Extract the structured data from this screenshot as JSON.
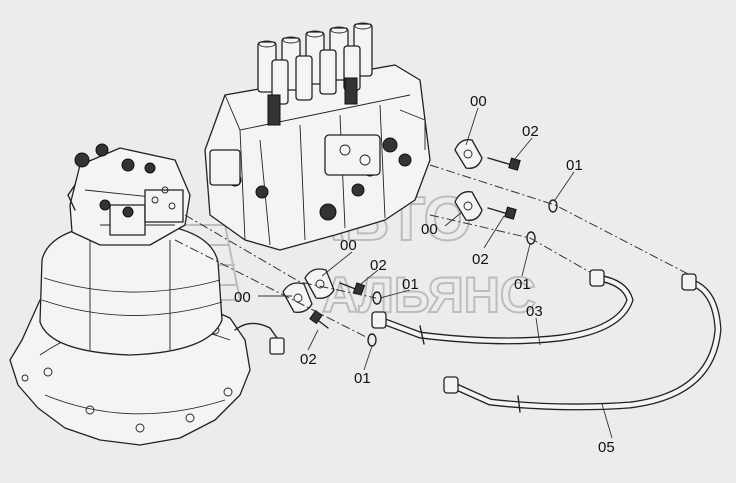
{
  "diagram": {
    "watermark": {
      "line1": "АВТО",
      "line2": "АЛЬЯНС"
    },
    "labels": [
      {
        "id": "lbl-00-top-flange",
        "text": "00"
      },
      {
        "id": "lbl-02-top-bolt",
        "text": "02"
      },
      {
        "id": "lbl-01-top-oring",
        "text": "01"
      },
      {
        "id": "lbl-00-mid-flange",
        "text": "00"
      },
      {
        "id": "lbl-02-mid-bolt",
        "text": "02"
      },
      {
        "id": "lbl-01-mid-oring",
        "text": "01"
      },
      {
        "id": "lbl-00-motor-flange-a",
        "text": "00"
      },
      {
        "id": "lbl-02-motor-bolt-a",
        "text": "02"
      },
      {
        "id": "lbl-01-motor-oring-a",
        "text": "01"
      },
      {
        "id": "lbl-00-motor-flange-b",
        "text": "00"
      },
      {
        "id": "lbl-02-motor-bolt-b",
        "text": "02"
      },
      {
        "id": "lbl-01-motor-oring-b",
        "text": "01"
      },
      {
        "id": "lbl-03-hose",
        "text": "03"
      },
      {
        "id": "lbl-05-hose",
        "text": "05"
      }
    ]
  }
}
